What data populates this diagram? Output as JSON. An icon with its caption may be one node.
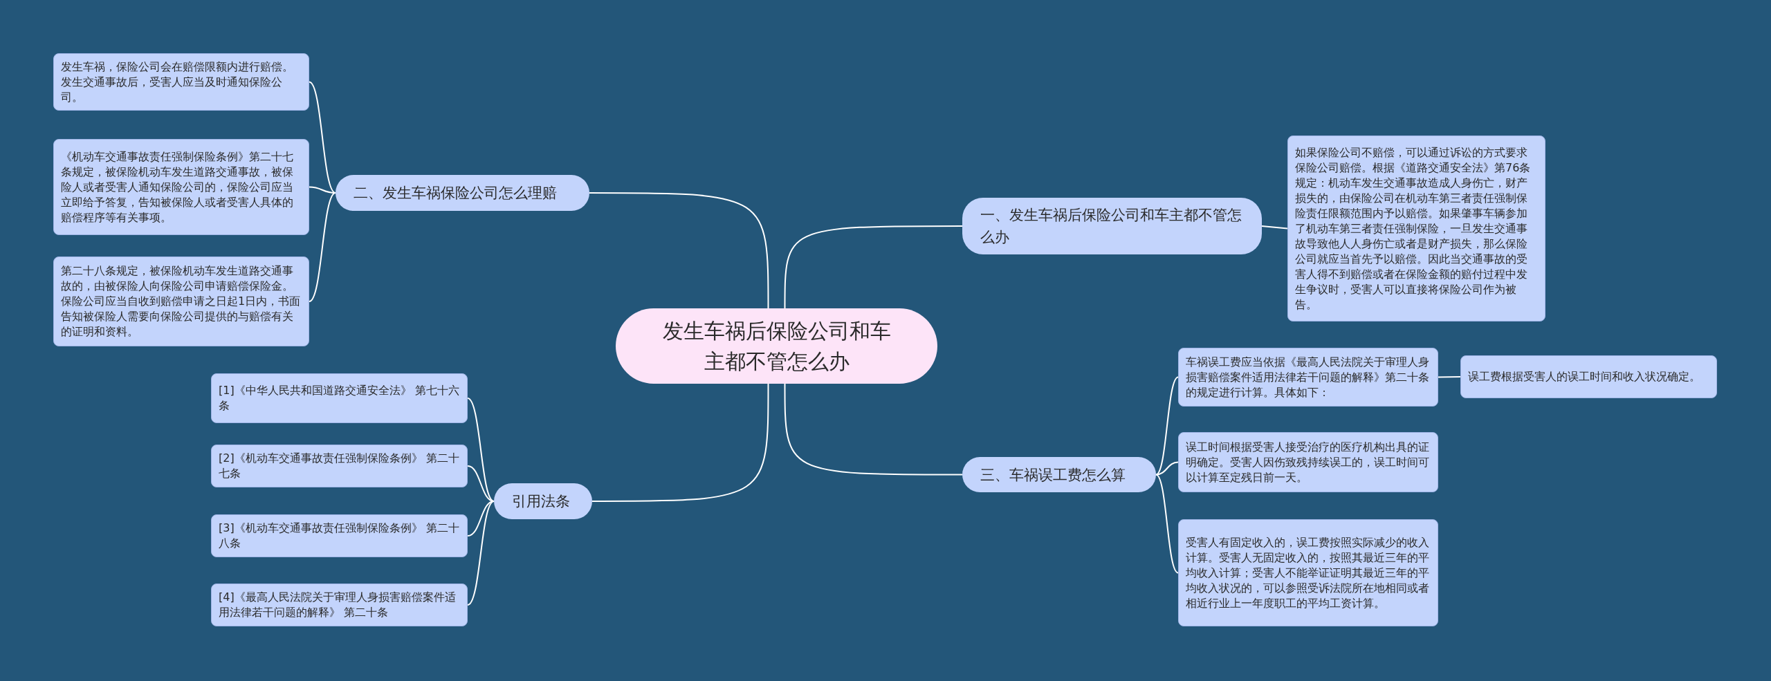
{
  "diagram": {
    "nodes": [
      {
        "text": [
          "发生车祸后保险公司和车主都不管怎么办"
        ]
      },
      {
        "text": [
          "一、发生车祸后保险公司和车主都不管怎么办"
        ]
      },
      {
        "text": [
          "如果保险公司不赔偿，可以通过诉讼的方式要求保险公司赔偿。根据《道路交通安全法》第76条规定：机动车发生交通事故造成人身伤亡，财产损失的，由保险公司在机动车第三者责任强制保险责任限额范围内予以赔偿。如果肇事车辆参加了机动车第三者责任强制保险，一旦发生交通事故导致他人人身伤亡或者是财产损失，那么保险公司就应当首先予以赔偿。因此当交通事故的受害人得不到赔偿或者在保险金额的赔付过程中发生争议时，受害人可以直接将保险公司作为被告。"
        ]
      },
      {
        "text": [
          "三、车祸误工费怎么算"
        ]
      },
      {
        "text": [
          "车祸误工费应当依据《最高人民法院关于审理人身损害赔偿案件适用法律若干问题的解释》第二十条的规定进行计算。具体如下："
        ]
      },
      {
        "text": [
          "误工费根据受害人的误工时间和收入状况确定。"
        ]
      },
      {
        "text": [
          "误工时间根据受害人接受治疗的医疗机构出具的证明确定。受害人因伤致残持续误工的，误工时间可以计算至定残日前一天。"
        ]
      },
      {
        "text": [
          "受害人有固定收入的，误工费按照实际减少的收入计算。受害人无固定收入的，按照其最近三年的平均收入计算；受害人不能举证证明其最近三年的平均收入状况的，可以参照受诉法院所在地相同或者相近行业上一年度职工的平均工资计算。"
        ]
      },
      {
        "text": [
          "二、发生车祸保险公司怎么理赔"
        ]
      },
      {
        "text": [
          "发生车祸，保险公司会在赔偿限额内进行赔偿。发生交通事故后，受害人应当及时通知保险公司。"
        ]
      },
      {
        "text": [
          "《机动车交通事故责任强制保险条例》第二十七条规定，被保险机动车发生道路交通事故，被保险人或者受害人通知保险公司的，保险公司应当立即给予答复，告知被保险人或者受害人具体的赔偿程序等有关事项。"
        ]
      },
      {
        "text": [
          "第二十八条规定，被保险机动车发生道路交通事故的，由被保险人向保险公司申请赔偿保险金。保险公司应当自收到赔偿申请之日起1日内，书面告知被保险人需要向保险公司提供的与赔偿有关的证明和资料。"
        ]
      },
      {
        "text": [
          "引用法条"
        ]
      },
      {
        "text": [
          "[1]《中华人民共和国道路交通安全法》 第七十六条"
        ]
      },
      {
        "text": [
          "[2]《机动车交通事故责任强制保险条例》 第二十七条"
        ]
      },
      {
        "text": [
          "[3]《机动车交通事故责任强制保险条例》 第二十八条"
        ]
      },
      {
        "text": [
          "[4]《最高人民法院关于审理人身损害赔偿案件适用法律若干问题的解释》 第二十条"
        ]
      }
    ],
    "edges": [
      {
        "from": 0,
        "to": 1,
        "arrow": "none"
      },
      {
        "from": 1,
        "to": 2,
        "arrow": "none"
      },
      {
        "from": 0,
        "to": 3,
        "arrow": "none"
      },
      {
        "from": 3,
        "to": 4,
        "arrow": "none"
      },
      {
        "from": 4,
        "to": 5,
        "arrow": "none"
      },
      {
        "from": 3,
        "to": 6,
        "arrow": "none"
      },
      {
        "from": 3,
        "to": 7,
        "arrow": "none"
      },
      {
        "from": 0,
        "to": 8,
        "arrow": "none"
      },
      {
        "from": 8,
        "to": 9,
        "arrow": "none"
      },
      {
        "from": 8,
        "to": 10,
        "arrow": "none"
      },
      {
        "from": 8,
        "to": 11,
        "arrow": "none"
      },
      {
        "from": 0,
        "to": 12,
        "arrow": "none"
      },
      {
        "from": 12,
        "to": 13,
        "arrow": "none"
      },
      {
        "from": 12,
        "to": 14,
        "arrow": "none"
      },
      {
        "from": 12,
        "to": 15,
        "arrow": "none"
      },
      {
        "from": 12,
        "to": 16,
        "arrow": "none"
      }
    ]
  }
}
